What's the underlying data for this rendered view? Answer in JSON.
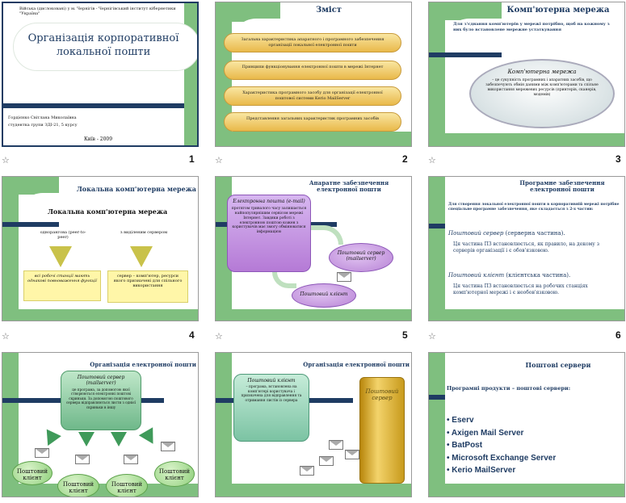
{
  "colors": {
    "accent_green": "#7fbf7f",
    "navy": "#1f3c63",
    "gold": "#e9b94a",
    "purple": "#b57ad6"
  },
  "slides": [
    {
      "num": "1",
      "top": "Війська (дислоковані) у м. Чернігів - Чернігівський інститут кібернетики \"Україна\"",
      "title": "Організація корпоративної локальної пошти",
      "author1": "Гордієнко Світлана Миколаївна",
      "author2": "студентка групи ЗДІ-21, 5 курсу",
      "year": "Київ - 2009"
    },
    {
      "num": "2",
      "title": "Зміст",
      "items": [
        "Загальна характеристика апаратного і програмного забезпечення організації локальної електронної пошти",
        "Принципи функціонування електронної пошти в мережі Інтернет",
        "Характеристика програмного засобу для організації електронної поштової системи Kerio MailServer",
        "Представлення загальних характеристик програмних засобів"
      ]
    },
    {
      "num": "3",
      "title": "Комп'ютерна мережа",
      "intro": "Для з'єднання комп'ютерів у мережі потрібно, щоб на кожному з них було встановлене мережне устаткування",
      "bubble_title": "Комп'ютерна мережа",
      "bubble_text": "– це сукупність програмних і апаратних засобів, що забезпечують обмін даними між комп'ютерами та спільне використання мережевих ресурсів (принтерів, сканерів, модемів)"
    },
    {
      "num": "4",
      "title": "Локальна комп'ютерна мережа",
      "subtitle": "Локальна комп'ютерна мережа",
      "left_label": "однорангова (peer-to-peer)",
      "right_label": "з виділеним сервером",
      "left_box": "всі робочі станції мають однакові повноваження функції",
      "right_box": "сервер – комп'ютер, ресурси якого призначені для спільного використання"
    },
    {
      "num": "5",
      "title": "Апаратне забезпечення електронної пошти",
      "box_title": "Електронна пошта (e-mail)",
      "box_text": "протягом тривалого часу залишається найпопулярнішим сервісом мережі Інтернет. Завдяки роботі з електронною поштою кожен з користувачів має змогу обмінюватися інформацією",
      "server_label": "Поштовий сервер (mailserver)",
      "client_label": "Поштовий клієнт"
    },
    {
      "num": "6",
      "title": "Програмне забезпечення електронної пошти",
      "intro": "Для створення локальної електронної пошти в корпоративній мережі потрібне спеціальне програмне забезпечення, яке складається з 2-х частин:",
      "b1_title": "Поштовий сервер",
      "b1_note": " (серверна частина).",
      "b1_text": "Ця частина ПЗ встановлюється, як правило, на декому з серверів організації і є обов'язковою.",
      "b2_title": "Поштовий клієнт",
      "b2_note": " (клієнтська частина).",
      "b2_text": "Ця частина ПЗ встановлюється на робочих станціях комп'ютерної мережі і є необов'язковою."
    },
    {
      "num": "",
      "title": "Організація електронної пошти",
      "box_title": "Поштовий сервер (mailserver)",
      "box_text": "це програма, за допомогою якої створюються електронні поштові скриньки. За допомогою поштового сервера відправляються листи з однієї скриньки в іншу",
      "client": "Поштовий клієнт"
    },
    {
      "num": "",
      "title": "Організація електронної пошти",
      "box_title": "Поштовий клієнт",
      "box_text": "– програма, встановлена на комп'ютері користувача і призначена для відправлення та отримання листів із сервера",
      "server": "Поштовий сервер"
    },
    {
      "num": "",
      "title": "Поштові сервери",
      "subtitle": "Програмні продукти – поштові сервери:",
      "items": [
        "Eserv",
        "Axigen Mail Server",
        "BatPost",
        "Microsoft Exchange Server",
        "Kerio MailServer"
      ]
    }
  ]
}
